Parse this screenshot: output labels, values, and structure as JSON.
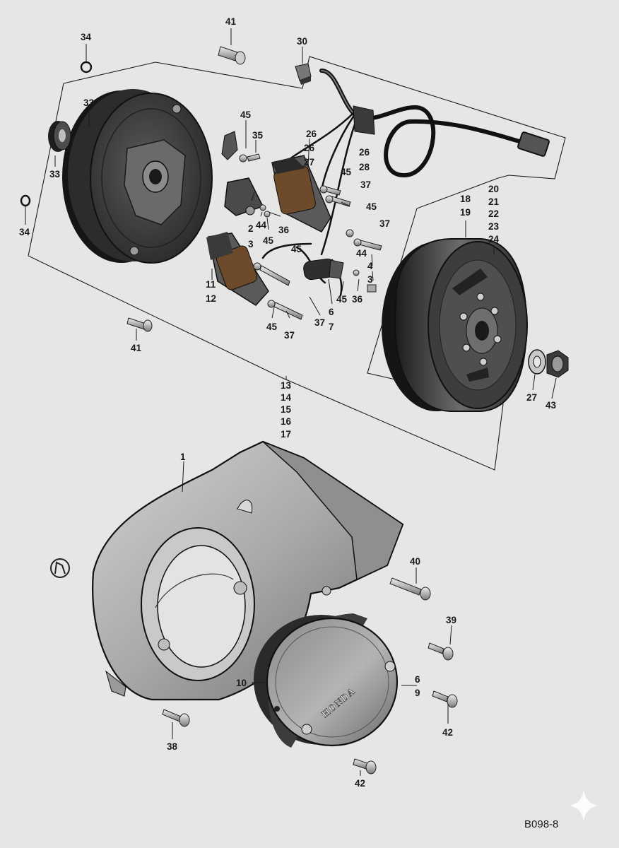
{
  "diagram": {
    "code": "B098-8",
    "brand": "HONDA",
    "callouts": {
      "c34a": "34",
      "c41a": "41",
      "c30": "30",
      "c33a": "33",
      "c33b": "33",
      "c34b": "34",
      "c45a": "45",
      "c35": "35",
      "c26a": "26",
      "c26b": "26",
      "c27a": "27",
      "c26c": "26",
      "c28": "28",
      "c45b": "45",
      "c37a": "37",
      "c45c": "45",
      "c37b": "37",
      "c2": "2",
      "c44a": "44",
      "c36a": "36",
      "c45d": "45",
      "c3a": "3",
      "c45e": "45",
      "c44b": "44",
      "c4": "4",
      "c3b": "3",
      "c11": "11",
      "c12": "12",
      "c45f": "45",
      "c37c": "37",
      "c37d": "37",
      "c6a": "6",
      "c7": "7",
      "c45g": "45",
      "c36b": "36",
      "c20": "20",
      "c21": "21",
      "c22": "22",
      "c23": "23",
      "c24": "24",
      "c18": "18",
      "c19": "19",
      "c41b": "41",
      "c13": "13",
      "c14": "14",
      "c15": "15",
      "c16": "16",
      "c17": "17",
      "c27b": "27",
      "c43": "43",
      "c1": "1",
      "c40": "40",
      "c39": "39",
      "c10": "10",
      "c6b": "6",
      "c9": "9",
      "c38": "38",
      "c42a": "42",
      "c42b": "42"
    }
  }
}
